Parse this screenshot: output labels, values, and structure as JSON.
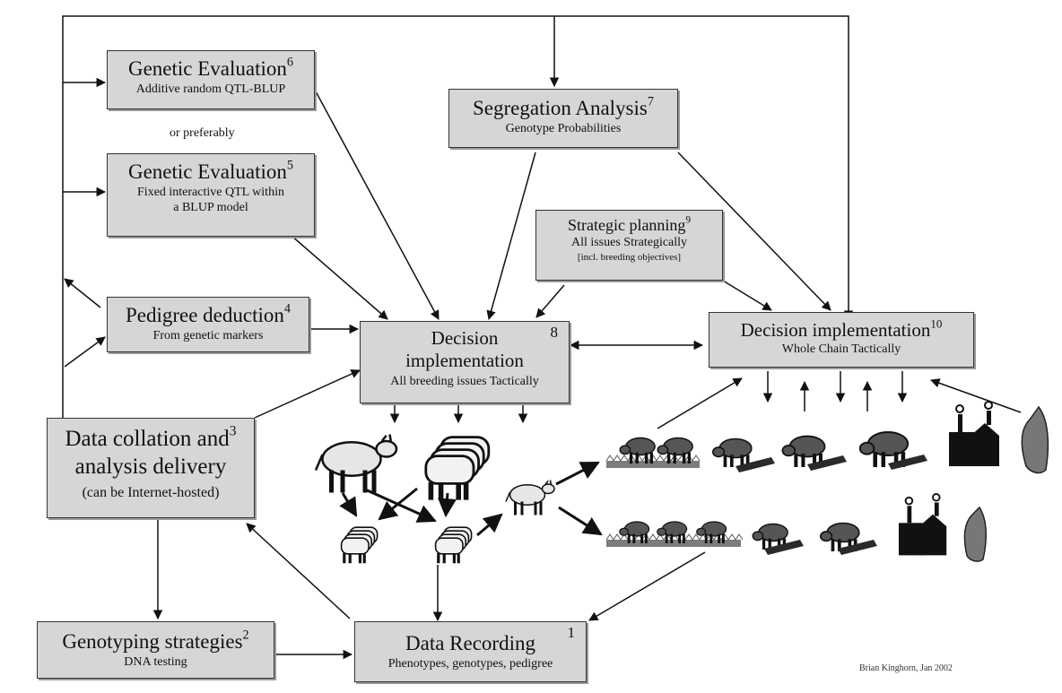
{
  "boxes": {
    "genetic_eval_6": {
      "title": "Genetic Evaluation",
      "num": "6",
      "subtitle": "Additive random QTL-BLUP"
    },
    "genetic_eval_5": {
      "title": "Genetic Evaluation",
      "num": "5",
      "subtitle_lines": [
        "Fixed interactive QTL within",
        "a BLUP model"
      ]
    },
    "pedigree": {
      "title": "Pedigree deduction",
      "num": "4",
      "subtitle": "From genetic markers"
    },
    "data_collation": {
      "title_lines": [
        "Data collation and",
        "analysis delivery"
      ],
      "num": "3",
      "subtitle": "(can be Internet-hosted)"
    },
    "genotyping": {
      "title": "Genotyping strategies",
      "num": "2",
      "subtitle": "DNA testing"
    },
    "data_recording": {
      "title": "Data Recording",
      "num": "1",
      "subtitle": "Phenotypes, genotypes, pedigree"
    },
    "segregation": {
      "title": "Segregation Analysis",
      "num": "7",
      "subtitle": "Genotype Probabilities"
    },
    "strategic": {
      "title": "Strategic planning",
      "num": "9",
      "subtitle": "All issues Strategically",
      "note": "[incl. breeding objectives]"
    },
    "decision_8": {
      "title_lines": [
        "Decision",
        "implementation"
      ],
      "num": "8",
      "subtitle": "All breeding issues Tactically"
    },
    "decision_10": {
      "title": "Decision implementation",
      "num": "10",
      "subtitle": "Whole Chain Tactically"
    }
  },
  "labels": {
    "or_preferably": "or preferably",
    "credit": "Brian Kinghorn, Jan  2002"
  },
  "colors": {
    "box_fill": "#d6d6d6",
    "ink": "#111111",
    "animal_light": "#e6e6e6",
    "animal_dark": "#555555",
    "grass": "#7c7c7c",
    "carcass": "#777777"
  },
  "icons": [
    "cow-icon",
    "cattle-herd-icon",
    "feedlot-cattle-icon",
    "grazing-cattle-icon",
    "factory-icon",
    "carcass-icon"
  ]
}
